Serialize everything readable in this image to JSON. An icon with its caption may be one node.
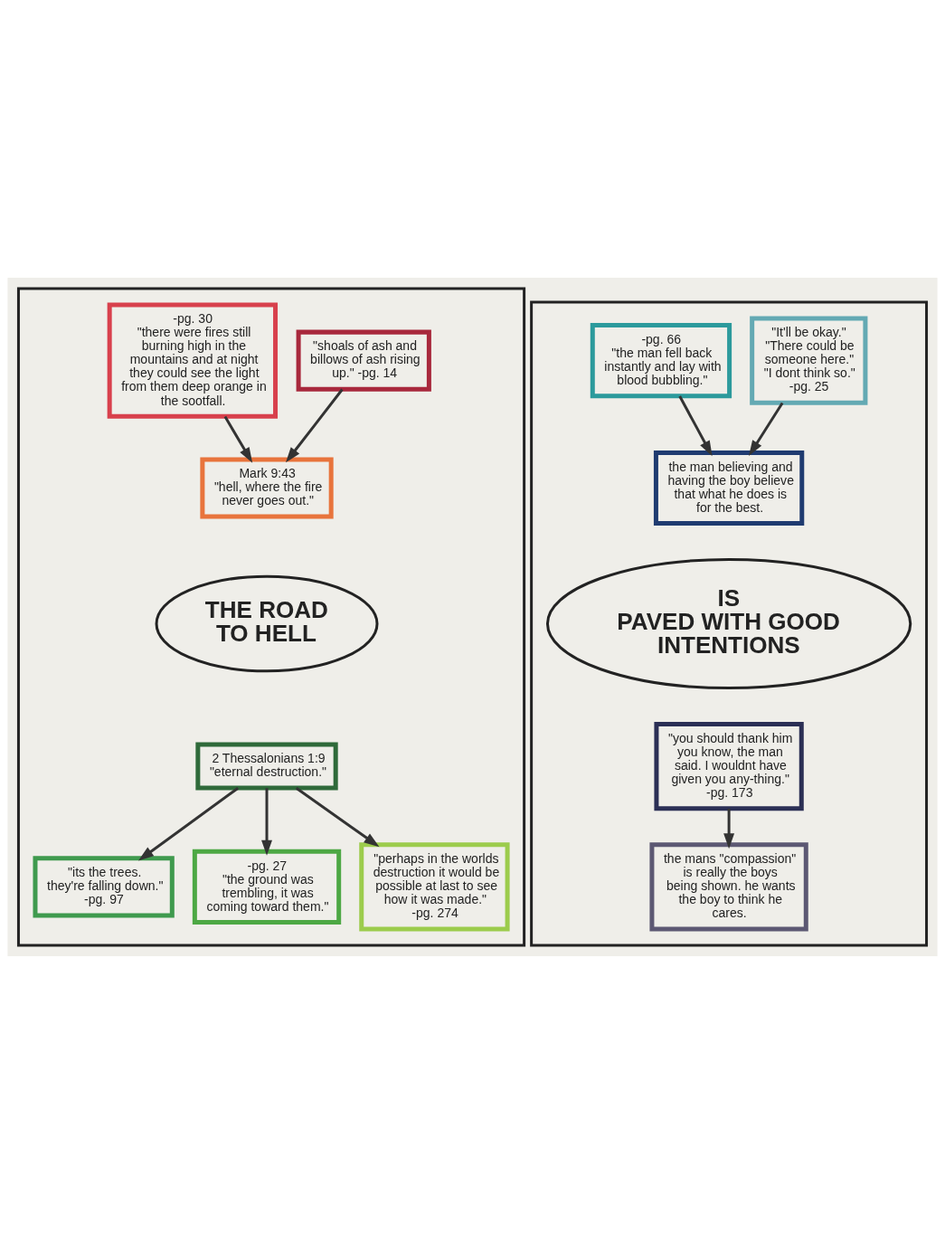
{
  "diagram": {
    "nodes": [
      {
        "text": [],
        "shape": "box"
      },
      {
        "text": [
          "\"shoals of ash and billows of ash rising up.\" -pg. 14"
        ],
        "in": 0
      },
      {
        "text": [
          "Mark 9:43",
          "\"hell, where the fire never goes out.\""
        ],
        "in": 0
      },
      {
        "text": [
          "-pg. 30",
          "\"there were fires still burning high in the mountains and at night they could see the light from them deep orange in the sootfall."
        ],
        "in": 0
      },
      {
        "text": [
          "THE ROAD TO HELL"
        ],
        "in": 0
      },
      {
        "text": [
          "\"its the trees. they're falling down.\"",
          "-pg. 97"
        ],
        "in": 0
      },
      {
        "text": [
          "2 Thessalonians 1:9",
          "\"eternal destruction.\""
        ],
        "in": 0
      },
      {
        "text": [
          "-pg. 27",
          "\"the ground was trembling, it was coming toward them.\""
        ],
        "in": 0
      },
      {
        "text": [
          "\"perhaps in the worlds destruction it would be possible at last to see how it was made.\"",
          "-pg. 274"
        ],
        "in": 0
      },
      {
        "text": [],
        "shape": "box"
      },
      {
        "text": [
          "\"It'll be okay.\"",
          "\"There could be someone here.\"",
          "\"I dont think so.\"",
          "-pg. 25"
        ],
        "in": 9
      },
      {
        "text": [
          "the man believing and having the boy believe that what he does is for the best."
        ],
        "in": 9
      },
      {
        "text": [
          "-pg. 66",
          "\"the man fell back instantly and lay with blood bubbling.\""
        ],
        "in": 9
      },
      {
        "text": [
          "IS",
          "PAVED WITH GOOD INTENTIONS"
        ],
        "in": 9
      },
      {
        "text": [
          "the mans \"compassion\" is really the boys being shown. he wants the boy to think he cares."
        ],
        "in": 9
      },
      {
        "text": [
          "\"you should thank him you know, the man said. I wouldnt have given you any-thing.\"",
          "-pg. 173"
        ],
        "in": 9
      }
    ],
    "edges": [
      {
        "from": 1,
        "to": 2,
        "arrow": "to"
      },
      {
        "from": 3,
        "to": 2,
        "arrow": "to"
      },
      {
        "from": 6,
        "to": 5,
        "arrow": "to"
      },
      {
        "from": 6,
        "to": 7,
        "arrow": "to"
      },
      {
        "from": 6,
        "to": 8,
        "arrow": "to"
      },
      {
        "from": 10,
        "to": 11,
        "arrow": "to"
      },
      {
        "from": 12,
        "to": 11,
        "arrow": "to"
      },
      {
        "from": 15,
        "to": 14,
        "arrow": "to"
      }
    ]
  }
}
